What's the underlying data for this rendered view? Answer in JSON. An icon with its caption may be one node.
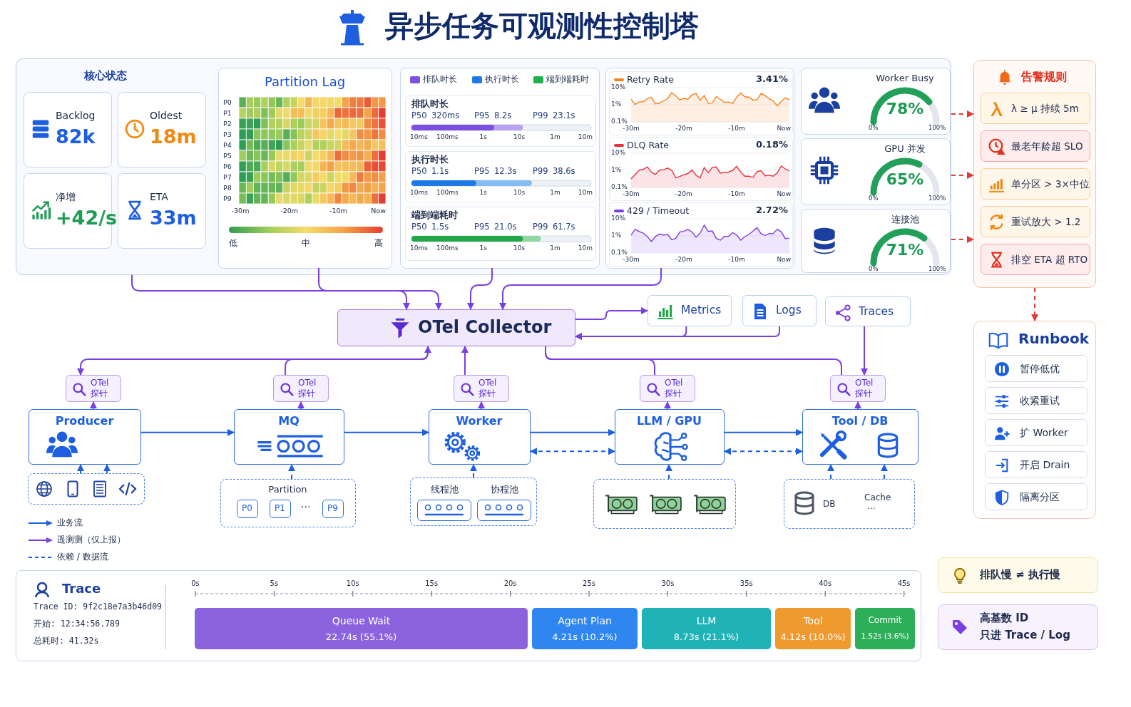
{
  "diagram": {
    "title": "异步任务可观测性控制塔",
    "nodes": [
      {
        "text": [
          "核心状态"
        ]
      },
      {
        "text": [
          "Backlog",
          "82k"
        ],
        "in": 0
      },
      {
        "text": [
          "Oldest",
          "18m"
        ],
        "in": 0
      },
      {
        "text": [
          "净增",
          "+42/s"
        ],
        "in": 0
      },
      {
        "text": [
          "ETA",
          "33m"
        ],
        "in": 0
      },
      {
        "text": [
          "Partition Lag",
          "P0",
          "P1",
          "P2",
          "P3",
          "P4",
          "P5",
          "P6",
          "P7",
          "P8",
          "P9",
          "-30m",
          "-20m",
          "-10m",
          "Now",
          "低",
          "中",
          "高"
        ],
        "in": 0
      },
      {
        "text": [],
        "shape": "box",
        "in": 0
      },
      {
        "text": [
          "排队时长",
          "P50",
          "320ms",
          "P95",
          "8.2s",
          "P99",
          "23.1s",
          "10ms",
          "100ms",
          "1s",
          "10s",
          "1m",
          "10m"
        ],
        "in": 6
      },
      {
        "text": [
          "执行时长",
          "P50",
          "1.1s",
          "P95",
          "12.3s",
          "P99",
          "38.6s",
          "10ms",
          "100ms",
          "1s",
          "10s",
          "1m",
          "10m"
        ],
        "in": 6
      },
      {
        "text": [
          "端到端耗时",
          "P50",
          "1.5s",
          "P95",
          "21.0s",
          "P99",
          "61.7s",
          "10ms",
          "100ms",
          "1s",
          "10s",
          "1m",
          "10m"
        ],
        "in": 6
      },
      {
        "text": [],
        "shape": "box",
        "in": 0
      },
      {
        "text": [
          "Retry Rate",
          "3.41%",
          "10%",
          "1%",
          "0.1%",
          "-30m",
          "-20m",
          "-10m",
          "Now"
        ],
        "in": 10
      },
      {
        "text": [
          "DLQ Rate",
          "0.18%",
          "10%",
          "1%",
          "0.1%",
          "-30m",
          "-20m",
          "-10m",
          "Now"
        ],
        "in": 10
      },
      {
        "text": [
          "429 / Timeout",
          "2.72%",
          "10%",
          "1%",
          "0.1%",
          "-30m",
          "-20m",
          "-10m",
          "Now"
        ],
        "in": 10
      },
      {
        "text": [
          "Worker Busy",
          "78%",
          "0%",
          "100%"
        ],
        "in": 0
      },
      {
        "text": [
          "GPU 并发",
          "65%",
          "0%",
          "100%"
        ],
        "in": 0
      },
      {
        "text": [
          "连接池",
          "71%",
          "0%",
          "100%"
        ],
        "in": 0
      },
      {
        "text": [
          "告警规则"
        ]
      },
      {
        "text": [
          "λ ≥ μ 持续 5m"
        ],
        "in": 17
      },
      {
        "text": [
          "最老年龄超 SLO"
        ],
        "in": 17
      },
      {
        "text": [
          "单分区 > 3×中位"
        ],
        "in": 17
      },
      {
        "text": [
          "重试放大 > 1.2"
        ],
        "in": 17
      },
      {
        "text": [
          "排空 ETA 超 RTO"
        ],
        "in": 17
      },
      {
        "text": [
          "Runbook"
        ]
      },
      {
        "text": [
          "暂停低优"
        ],
        "in": 23
      },
      {
        "text": [
          "收紧重试"
        ],
        "in": 23
      },
      {
        "text": [
          "扩 Worker"
        ],
        "in": 23
      },
      {
        "text": [
          "开启 Drain"
        ],
        "in": 23
      },
      {
        "text": [
          "隔离分区"
        ],
        "in": 23
      },
      {
        "text": [
          "OTel Collector"
        ]
      },
      {
        "text": [
          "Metrics"
        ]
      },
      {
        "text": [
          "Logs"
        ]
      },
      {
        "text": [
          "Traces"
        ]
      },
      {
        "text": [
          "OTel 探针"
        ]
      },
      {
        "text": [
          "OTel 探针"
        ]
      },
      {
        "text": [
          "OTel 探针"
        ]
      },
      {
        "text": [
          "OTel 探针"
        ]
      },
      {
        "text": [
          "OTel 探针"
        ]
      },
      {
        "text": [
          "Producer"
        ]
      },
      {
        "text": [
          "MQ"
        ]
      },
      {
        "text": [
          "Worker"
        ]
      },
      {
        "text": [
          "LLM / GPU"
        ]
      },
      {
        "text": [
          "Tool / DB"
        ]
      },
      {
        "text": [],
        "shape": "box"
      },
      {
        "text": [
          "Partition",
          "···"
        ]
      },
      {
        "text": [
          "P0"
        ],
        "in": 44
      },
      {
        "text": [
          "P1"
        ],
        "in": 44
      },
      {
        "text": [
          "P9"
        ],
        "in": 44
      },
      {
        "text": [],
        "shape": "box"
      },
      {
        "text": [
          "线程池"
        ],
        "in": 48
      },
      {
        "text": [
          "协程池"
        ],
        "in": 48
      },
      {
        "text": [],
        "shape": "box"
      },
      {
        "text": [
          "DB",
          "Cache",
          "···"
        ]
      },
      {
        "text": [
          "Trace",
          "Trace ID: 9f2c18e7a3b46d09",
          "开始: 12:34:56.789",
          "总耗时: 41.32s",
          "0s",
          "5s",
          "10s",
          "15s",
          "20s",
          "25s",
          "30s",
          "35s",
          "40s",
          "45s"
        ]
      },
      {
        "text": [
          "Queue Wait",
          "22.74s (55.1%)"
        ],
        "in": 53
      },
      {
        "text": [
          "Agent Plan",
          "4.21s (10.2%)"
        ],
        "in": 53
      },
      {
        "text": [
          "LLM",
          "8.73s (21.1%)"
        ],
        "in": 53
      },
      {
        "text": [
          "Tool",
          "4.12s (10.0%)"
        ],
        "in": 53
      },
      {
        "text": [
          "Commit",
          "1.52s (3.6%)"
        ],
        "in": 53
      },
      {
        "text": [
          "排队慢 ≠ 执行慢"
        ]
      },
      {
        "text": [
          "高基数 ID",
          "只进 Trace / Log"
        ]
      }
    ],
    "edges": [
      {
        "from": 0,
        "to": 29,
        "arrow": "to"
      },
      {
        "from": 5,
        "to": 29,
        "arrow": "to"
      },
      {
        "from": 6,
        "to": 29,
        "arrow": "to"
      },
      {
        "from": 10,
        "to": 29,
        "arrow": "to"
      },
      {
        "from": 29,
        "to": 30,
        "arrow": "to"
      },
      {
        "from": 30,
        "to": 29,
        "arrow": "to"
      },
      {
        "from": 31,
        "to": 29,
        "arrow": "to"
      },
      {
        "from": 32,
        "to": 37,
        "arrow": "to"
      },
      {
        "from": 29,
        "to": 33,
        "arrow": "to"
      },
      {
        "from": 34,
        "to": 29,
        "arrow": "to"
      },
      {
        "from": 35,
        "to": 29,
        "arrow": "to"
      },
      {
        "from": 36,
        "to": 29,
        "arrow": "none"
      },
      {
        "from": 37,
        "to": 29,
        "arrow": "none"
      },
      {
        "from": 38,
        "to": 33,
        "arrow": "to"
      },
      {
        "from": 39,
        "to": 34,
        "arrow": "to"
      },
      {
        "from": 40,
        "to": 35,
        "arrow": "to"
      },
      {
        "from": 41,
        "to": 36,
        "arrow": "to"
      },
      {
        "from": 42,
        "to": 37,
        "arrow": "to"
      },
      {
        "from": 38,
        "to": 39,
        "arrow": "to",
        "color": "#1d5fe0"
      },
      {
        "from": 39,
        "to": 40,
        "arrow": "to",
        "color": "#1d5fe0"
      },
      {
        "from": 40,
        "to": 41,
        "arrow": "to",
        "color": "#1d5fe0"
      },
      {
        "from": 41,
        "to": 42,
        "arrow": "to",
        "color": "#1d5fe0"
      },
      {
        "from": 40,
        "to": 41,
        "arrow": "both",
        "style": "dashed",
        "color": "#1d5fe0"
      },
      {
        "from": 41,
        "to": 42,
        "arrow": "both",
        "style": "dashed",
        "color": "#1d5fe0"
      },
      {
        "from": 43,
        "to": 38,
        "arrow": "to",
        "style": "dashed",
        "color": "#1d5fe0"
      },
      {
        "from": 43,
        "to": 38,
        "arrow": "to",
        "style": "dashed",
        "color": "#1d5fe0"
      },
      {
        "from": 44,
        "to": 39,
        "arrow": "to",
        "style": "dashed",
        "color": "#1d5fe0"
      },
      {
        "from": 48,
        "to": 40,
        "arrow": "to",
        "style": "dashed",
        "color": "#1d5fe0"
      },
      {
        "from": 51,
        "to": 41,
        "arrow": "to",
        "style": "dashed",
        "color": "#1d5fe0"
      },
      {
        "from": 52,
        "to": 42,
        "arrow": "to",
        "style": "dashed",
        "color": "#1d5fe0"
      },
      {
        "from": 52,
        "to": 42,
        "arrow": "to",
        "style": "dashed",
        "color": "#1d5fe0"
      },
      {
        "from": 0,
        "to": 17,
        "arrow": "to",
        "style": "dashed",
        "color": "#e03a3a"
      },
      {
        "from": 0,
        "to": 17,
        "arrow": "to",
        "style": "dashed",
        "color": "#e03a3a"
      },
      {
        "from": 0,
        "to": 17,
        "arrow": "to",
        "style": "dashed",
        "color": "#e03a3a"
      },
      {
        "from": 17,
        "to": 23,
        "arrow": "to",
        "style": "dashed",
        "color": "#e03a3a"
      }
    ],
    "legend": [
      {
        "text": "排队时长",
        "color": "#7b4fe0"
      },
      {
        "text": "执行时长",
        "color": "#1e7be6"
      },
      {
        "text": "端到端耗时",
        "color": "#22b04b"
      },
      {
        "text": "业务流"
      },
      {
        "text": "遥测测（仅上报）"
      },
      {
        "text": "依赖 / 数据流"
      }
    ]
  }
}
